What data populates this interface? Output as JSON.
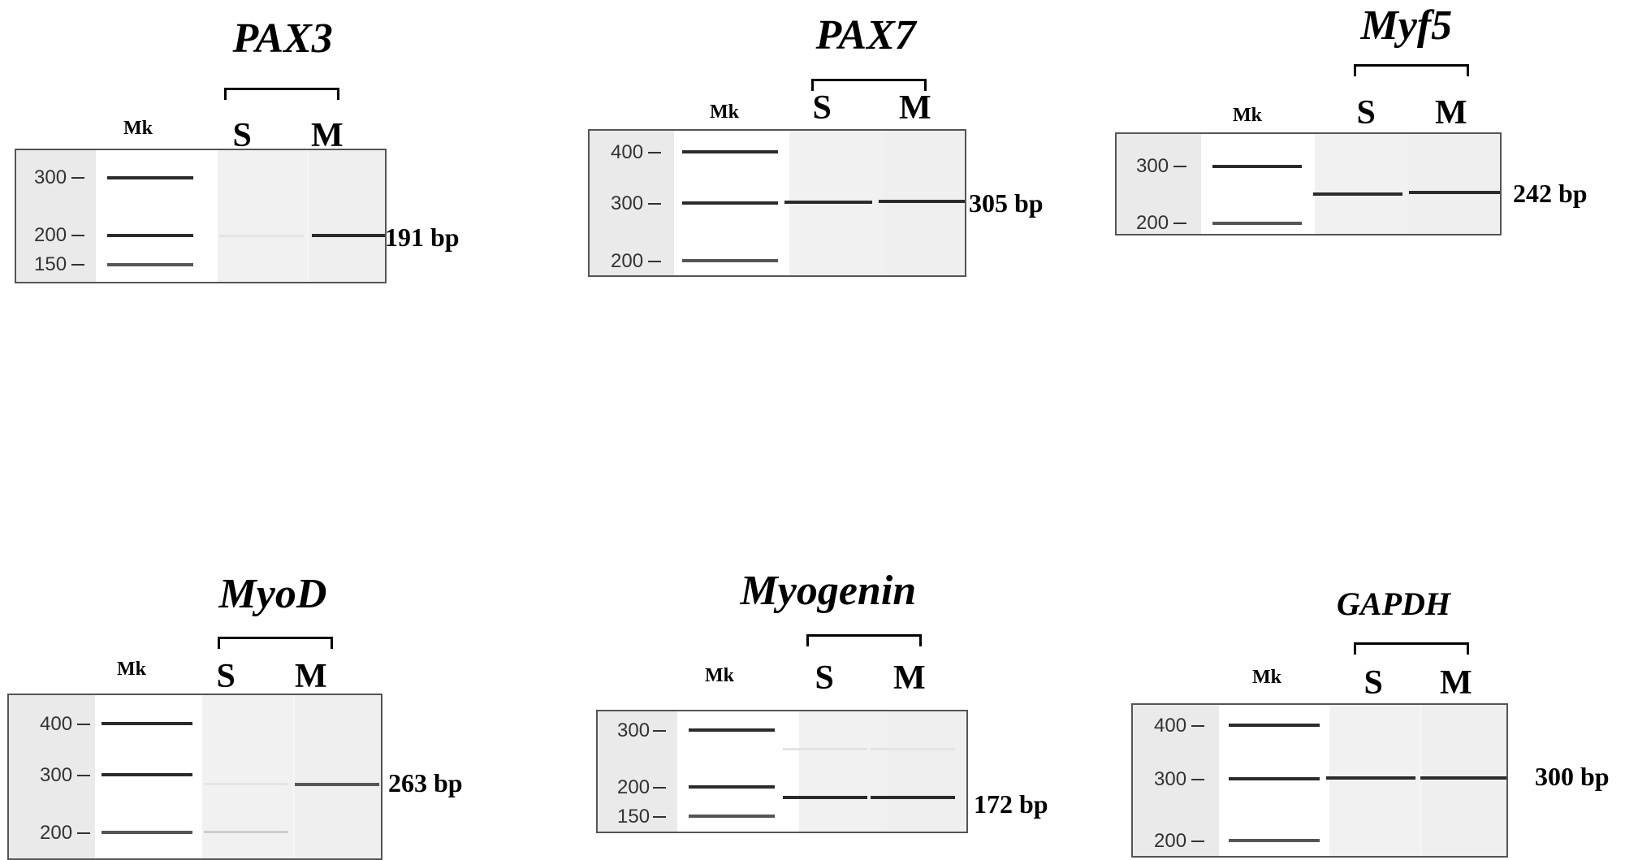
{
  "lanes": {
    "mk": "Mk",
    "s": "S",
    "m": "M"
  },
  "panels": [
    {
      "id": "pax3",
      "gene": "PAX3",
      "bp": "191 bp",
      "ticks": [
        {
          "label": "300"
        },
        {
          "label": "200"
        },
        {
          "label": "150"
        }
      ]
    },
    {
      "id": "pax7",
      "gene": "PAX7",
      "bp": "305 bp",
      "ticks": [
        {
          "label": "400"
        },
        {
          "label": "300"
        },
        {
          "label": "200"
        }
      ]
    },
    {
      "id": "myf5",
      "gene": "Myf5",
      "bp": "242 bp",
      "ticks": [
        {
          "label": "300"
        },
        {
          "label": "200"
        }
      ]
    },
    {
      "id": "myod",
      "gene": "MyoD",
      "bp": "263 bp",
      "ticks": [
        {
          "label": "400"
        },
        {
          "label": "300"
        },
        {
          "label": "200"
        }
      ]
    },
    {
      "id": "myogenin",
      "gene": "Myogenin",
      "bp": "172 bp",
      "ticks": [
        {
          "label": "300"
        },
        {
          "label": "200"
        },
        {
          "label": "150"
        }
      ]
    },
    {
      "id": "gapdh",
      "gene": "GAPDH",
      "bp": "300 bp",
      "ticks": [
        {
          "label": "400"
        },
        {
          "label": "300"
        },
        {
          "label": "200"
        }
      ]
    }
  ]
}
